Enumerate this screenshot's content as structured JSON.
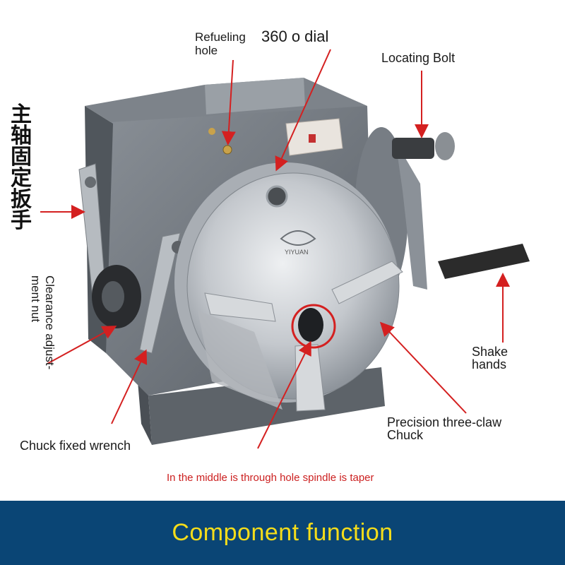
{
  "labels": {
    "refueling_hole": "Refueling\nhole",
    "dial": "360 o dial",
    "locating_bolt": "Locating Bolt",
    "spindle_wrench_cn": "主轴固定扳手",
    "clearance_nut": "Clearance adjust-\nment nut",
    "shake_hands": "Shake\nhands",
    "chuck": "Precision three-claw\nChuck",
    "chuck_wrench": "Chuck fixed wrench"
  },
  "logo": {
    "brand": "YIYUAN"
  },
  "note": "In the middle is through hole spindle is taper",
  "banner": {
    "title": "Component function"
  },
  "colors": {
    "arrow": "#d42020",
    "banner_bg": "#0a4575",
    "banner_text": "#f5dd1a",
    "body_gray": "#6c7178",
    "chuck_silver": "#c9ccd1"
  }
}
